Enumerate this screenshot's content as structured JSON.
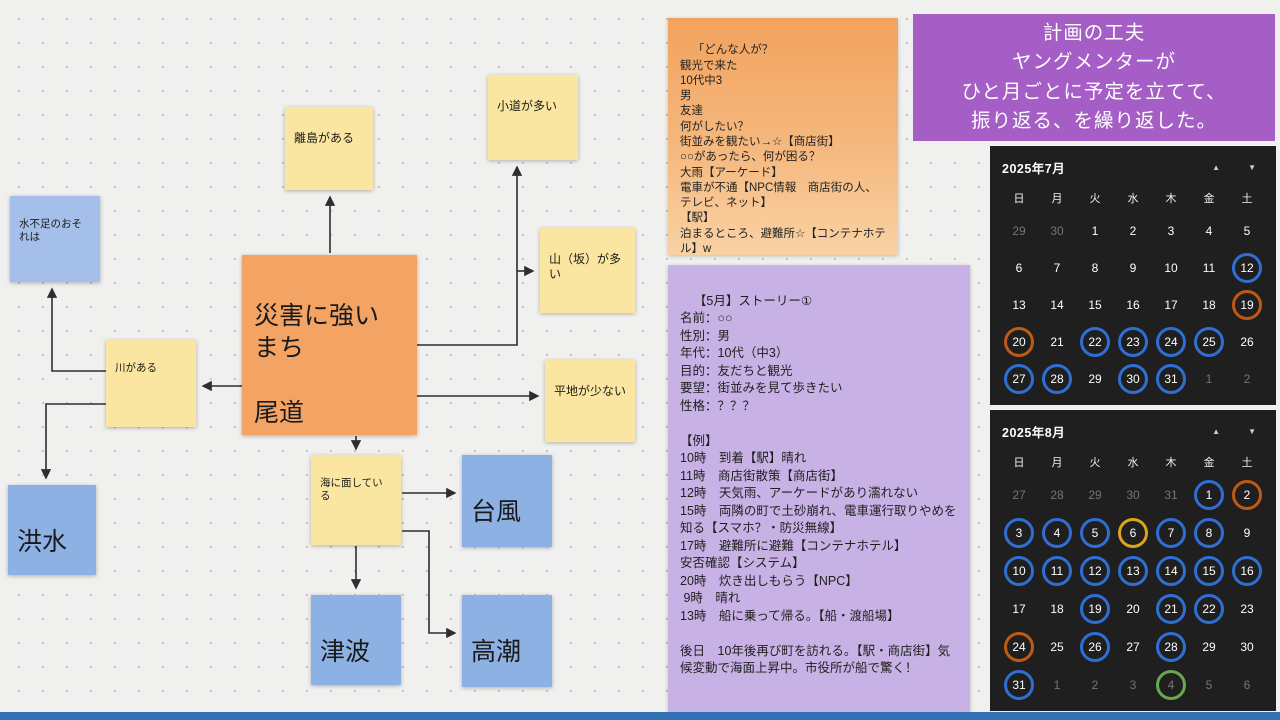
{
  "colors": {
    "canvas_bg": "#f0f0ee",
    "center_note": "#f3a364",
    "yellow_note": "#fbe6a1",
    "blue_note": "#8db1e2",
    "persona_note_top": "#f2a25d",
    "story_note": "#c8b2e5",
    "banner_bg": "#a55ec6",
    "calendar_bg": "#1f1f1f",
    "bottom_bar": "#3272b4"
  },
  "mindmap": {
    "center": "災害に強い\nまち\n\n尾道",
    "notes": {
      "remote_islands": "離島がある",
      "small_paths": "小道が多い",
      "mountains": "山（坂）が多い",
      "little_flat_land": "平地が少ない",
      "river": "川がある",
      "faces_sea": "海に面している",
      "water_shortage": "水不足のおそれは",
      "flood": "洪水",
      "typhoon": "台風",
      "tsunami": "津波",
      "storm_surge": "高潮"
    }
  },
  "persona_note": "「どんな人が？\n観光で来た\n10代中3\n男\n友達\n何がしたい？\n街並みを観たい→☆【商店街】\n○○があったら、何が困る？\n大雨【アーケード】\n電車が不通【NPC情報　商店街の人、テレビ、ネット】\n【駅】\n泊まるところ、避難所☆【コンテナホテル】w",
  "story_note": "【5月】ストーリー①\n名前：○○\n性別：男\n年代：10代（中3）\n目的：友だちと観光\n要望：街並みを見て歩きたい\n性格：？？？\n\n【例】\n10時　到着【駅】晴れ\n11時　商店街散策【商店街】\n12時　天気雨、アーケードがあり濡れない\n15時　両隣の町で土砂崩れ、電車運行取りやめを知る【スマホ？・防災無線】\n17時　避難所に避難【コンテナホテル】\n安否確認【システム】\n20時　炊き出しもらう【NPC】\n 9時　晴れ\n13時　船に乗って帰る。【船・渡船場】\n\n後日　10年後再び町を訪れる。【駅・商店街】気候変動で海面上昇中。市役所が船で驚く！",
  "banner": "計画の工夫\nヤングメンターが\nひと月ごとに予定を立てて、\n振り返る、を繰り返した。",
  "ring_colors": {
    "blue": "#2f6fd4",
    "orange": "#bf5a15",
    "yellow": "#dca51e",
    "green": "#67a851"
  },
  "calendars": [
    {
      "title": "2025年7月",
      "weekdays": [
        "日",
        "月",
        "火",
        "水",
        "木",
        "金",
        "土"
      ],
      "weeks": [
        [
          {
            "d": 29,
            "muted": true
          },
          {
            "d": 30,
            "muted": true
          },
          {
            "d": 1
          },
          {
            "d": 2
          },
          {
            "d": 3
          },
          {
            "d": 4
          },
          {
            "d": 5
          }
        ],
        [
          {
            "d": 6
          },
          {
            "d": 7
          },
          {
            "d": 8
          },
          {
            "d": 9
          },
          {
            "d": 10
          },
          {
            "d": 11
          },
          {
            "d": 12,
            "ring": "blue"
          }
        ],
        [
          {
            "d": 13
          },
          {
            "d": 14
          },
          {
            "d": 15
          },
          {
            "d": 16
          },
          {
            "d": 17
          },
          {
            "d": 18
          },
          {
            "d": 19,
            "ring": "orange"
          }
        ],
        [
          {
            "d": 20,
            "ring": "orange"
          },
          {
            "d": 21
          },
          {
            "d": 22,
            "ring": "blue"
          },
          {
            "d": 23,
            "ring": "blue"
          },
          {
            "d": 24,
            "ring": "blue"
          },
          {
            "d": 25,
            "ring": "blue"
          },
          {
            "d": 26
          }
        ],
        [
          {
            "d": 27,
            "ring": "blue"
          },
          {
            "d": 28,
            "ring": "blue"
          },
          {
            "d": 29
          },
          {
            "d": 30,
            "ring": "blue"
          },
          {
            "d": 31,
            "ring": "blue"
          },
          {
            "d": 1,
            "muted": true
          },
          {
            "d": 2,
            "muted": true
          }
        ]
      ]
    },
    {
      "title": "2025年8月",
      "weekdays": [
        "日",
        "月",
        "火",
        "水",
        "木",
        "金",
        "土"
      ],
      "weeks": [
        [
          {
            "d": 27,
            "muted": true
          },
          {
            "d": 28,
            "muted": true
          },
          {
            "d": 29,
            "muted": true
          },
          {
            "d": 30,
            "muted": true
          },
          {
            "d": 31,
            "muted": true
          },
          {
            "d": 1,
            "ring": "blue"
          },
          {
            "d": 2,
            "ring": "orange"
          }
        ],
        [
          {
            "d": 3,
            "ring": "blue"
          },
          {
            "d": 4,
            "ring": "blue"
          },
          {
            "d": 5,
            "ring": "blue"
          },
          {
            "d": 6,
            "ring": "yellow"
          },
          {
            "d": 7,
            "ring": "blue"
          },
          {
            "d": 8,
            "ring": "blue"
          },
          {
            "d": 9
          }
        ],
        [
          {
            "d": 10,
            "ring": "blue"
          },
          {
            "d": 11,
            "ring": "blue"
          },
          {
            "d": 12,
            "ring": "blue"
          },
          {
            "d": 13,
            "ring": "blue"
          },
          {
            "d": 14,
            "ring": "blue"
          },
          {
            "d": 15,
            "ring": "blue"
          },
          {
            "d": 16,
            "ring": "blue"
          }
        ],
        [
          {
            "d": 17
          },
          {
            "d": 18
          },
          {
            "d": 19,
            "ring": "blue"
          },
          {
            "d": 20
          },
          {
            "d": 21,
            "ring": "blue"
          },
          {
            "d": 22,
            "ring": "blue"
          },
          {
            "d": 23
          }
        ],
        [
          {
            "d": 24,
            "ring": "orange"
          },
          {
            "d": 25
          },
          {
            "d": 26,
            "ring": "blue"
          },
          {
            "d": 27
          },
          {
            "d": 28,
            "ring": "blue"
          },
          {
            "d": 29
          },
          {
            "d": 30
          }
        ],
        [
          {
            "d": 31,
            "ring": "blue"
          },
          {
            "d": 1,
            "muted": true
          },
          {
            "d": 2,
            "muted": true
          },
          {
            "d": 3,
            "muted": true
          },
          {
            "d": 4,
            "muted": true,
            "ring": "green"
          },
          {
            "d": 5,
            "muted": true
          },
          {
            "d": 6,
            "muted": true
          }
        ]
      ]
    }
  ]
}
